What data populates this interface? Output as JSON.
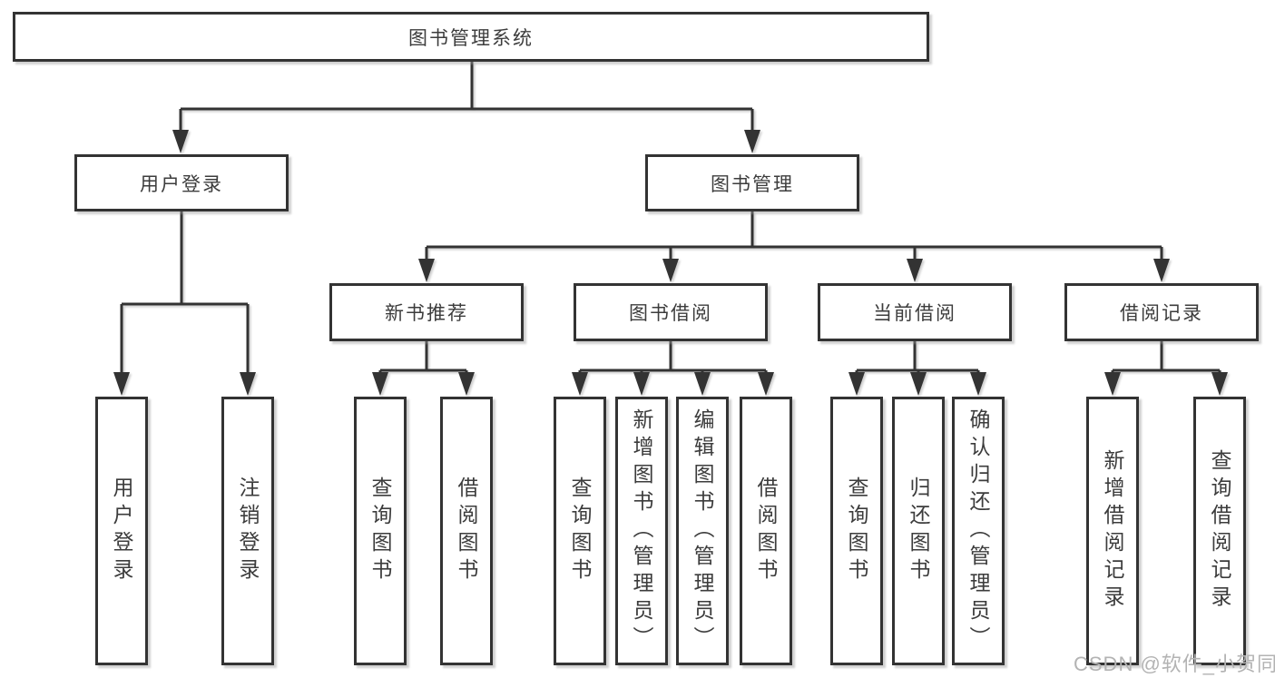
{
  "tree": {
    "root": {
      "label": "图书管理系统"
    },
    "branches": [
      {
        "label": "用户登录",
        "leaves": [
          {
            "label": "用户登录"
          },
          {
            "label": "注销登录"
          }
        ]
      },
      {
        "label": "图书管理",
        "groups": [
          {
            "label": "新书推荐",
            "leaves": [
              {
                "label": "查询图书"
              },
              {
                "label": "借阅图书"
              }
            ]
          },
          {
            "label": "图书借阅",
            "leaves": [
              {
                "label": "查询图书"
              },
              {
                "label": "新增图书（管理员）"
              },
              {
                "label": "编辑图书（管理员）"
              },
              {
                "label": "借阅图书"
              }
            ]
          },
          {
            "label": "当前借阅",
            "leaves": [
              {
                "label": "查询图书"
              },
              {
                "label": "归还图书"
              },
              {
                "label": "确认归还（管理员）"
              }
            ]
          },
          {
            "label": "借阅记录",
            "leaves": [
              {
                "label": "新增借阅记录"
              },
              {
                "label": "查询借阅记录"
              }
            ]
          }
        ]
      }
    ]
  },
  "watermark": {
    "text": "CSDN @软件_小贺同学"
  },
  "colors": {
    "line": "#333333",
    "text": "#3c3c3c",
    "box_background": "#ffffff",
    "watermark": "#b3b3b3",
    "page_background": "#ffffff"
  }
}
